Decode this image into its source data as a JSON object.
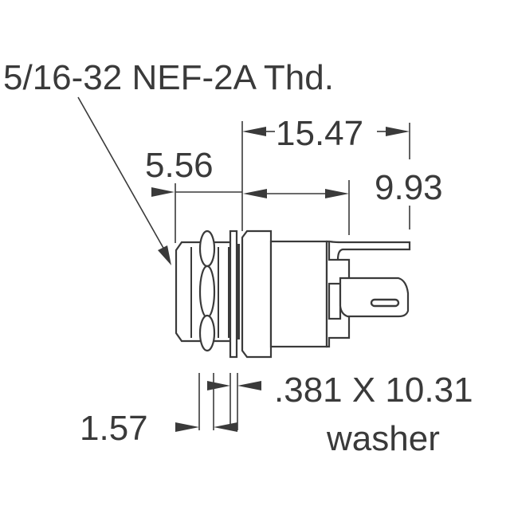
{
  "drawing": {
    "thread_label": "5/16-32 NEF-2A Thd.",
    "dim_overall": "15.47",
    "dim_thread_length": "5.56",
    "dim_terminal": "9.93",
    "dim_nut": "1.57",
    "dim_washer_line1": ".381 X 10.31",
    "dim_washer_line2": "washer"
  },
  "colors": {
    "line": "#3a3a3a",
    "background": "#ffffff"
  }
}
